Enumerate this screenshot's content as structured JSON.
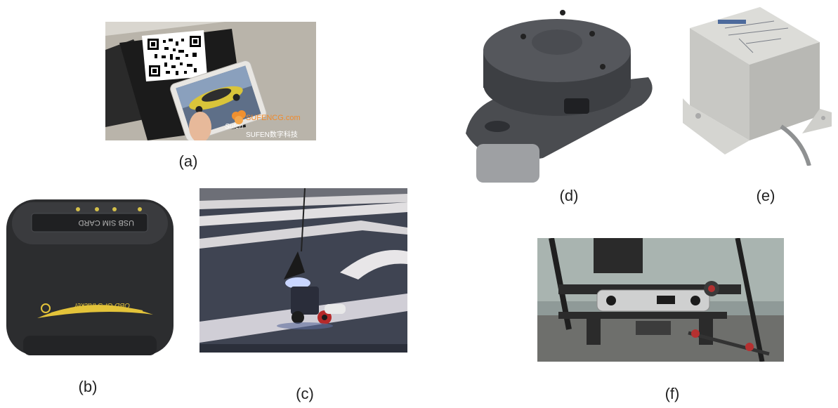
{
  "panels": {
    "a": {
      "label": "(a)",
      "watermark_site": "SUFENCG.com",
      "watermark_brand": "Sufen",
      "watermark_caption": "SUFEN数字科技"
    },
    "b": {
      "label": "(b)",
      "port_text": "USB  SIM CARD",
      "logo_text": "OBD GPS tracker"
    },
    "c": {
      "label": "(c)"
    },
    "d": {
      "label": "(d)"
    },
    "e": {
      "label": "(e)"
    },
    "f": {
      "label": "(f)"
    }
  }
}
